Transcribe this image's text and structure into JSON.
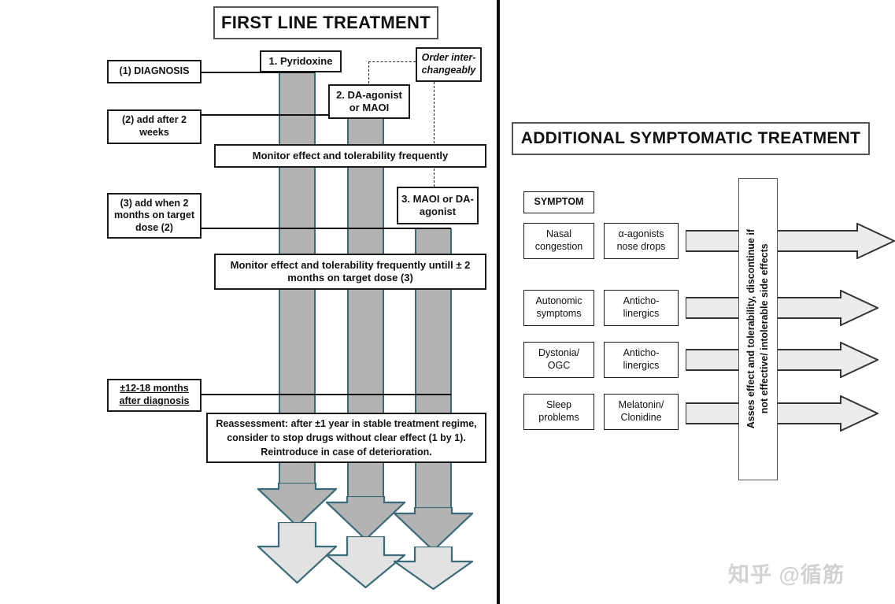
{
  "left_panel": {
    "title": "FIRST LINE TREATMENT",
    "step_labels": [
      {
        "text": "(1) DIAGNOSIS"
      },
      {
        "text": "(2) add after 2 weeks"
      },
      {
        "text": "(3) add when 2 months on target dose (2)"
      },
      {
        "text": "±12-18 months after diagnosis"
      }
    ],
    "drug_boxes": [
      {
        "text": "1. Pyridoxine"
      },
      {
        "text": "2. DA-agonist or MAOI"
      },
      {
        "text": "3. MAOI or DA-agonist"
      }
    ],
    "note_box": {
      "text": "Order inter-changeably"
    },
    "monitor_boxes": [
      {
        "text": "Monitor effect and tolerability frequently"
      },
      {
        "text": "Monitor effect and tolerability frequently  untill ± 2 months on target dose (3)"
      }
    ],
    "reassessment_box": {
      "line1": "Reassessment:  after ±1 year in stable treatment regime,",
      "line2": "consider to stop drugs without clear effect (1 by 1).",
      "line3": "Reintroduce in case of deterioration."
    }
  },
  "right_panel": {
    "title": "ADDITIONAL SYMPTOMATIC TREATMENT",
    "symptom_header": "SYMPTOM",
    "rows": [
      {
        "symptom": "Nasal congestion",
        "treatment": "α-agonists nose drops"
      },
      {
        "symptom": "Autonomic symptoms",
        "treatment": "Anticho-linergics"
      },
      {
        "symptom": "Dystonia/ OGC",
        "treatment": "Anticho-linergics"
      },
      {
        "symptom": "Sleep problems",
        "treatment": "Melatonin/ Clonidine"
      }
    ],
    "asses_note": "Asses effect and tolerability, discontinue if\nnot effective/ intolerable side effects"
  },
  "watermark": {
    "text": "知乎 @循筋"
  },
  "colors": {
    "shaft_dark": "#b3b3b3",
    "shaft_light": "#e2e2e2",
    "shaft_outline": "#3b6b78",
    "box_border": "#1a1a1a",
    "divider": "#0d0d0d",
    "arrow_fill": "#ececec",
    "arrow_outline": "#333333"
  }
}
